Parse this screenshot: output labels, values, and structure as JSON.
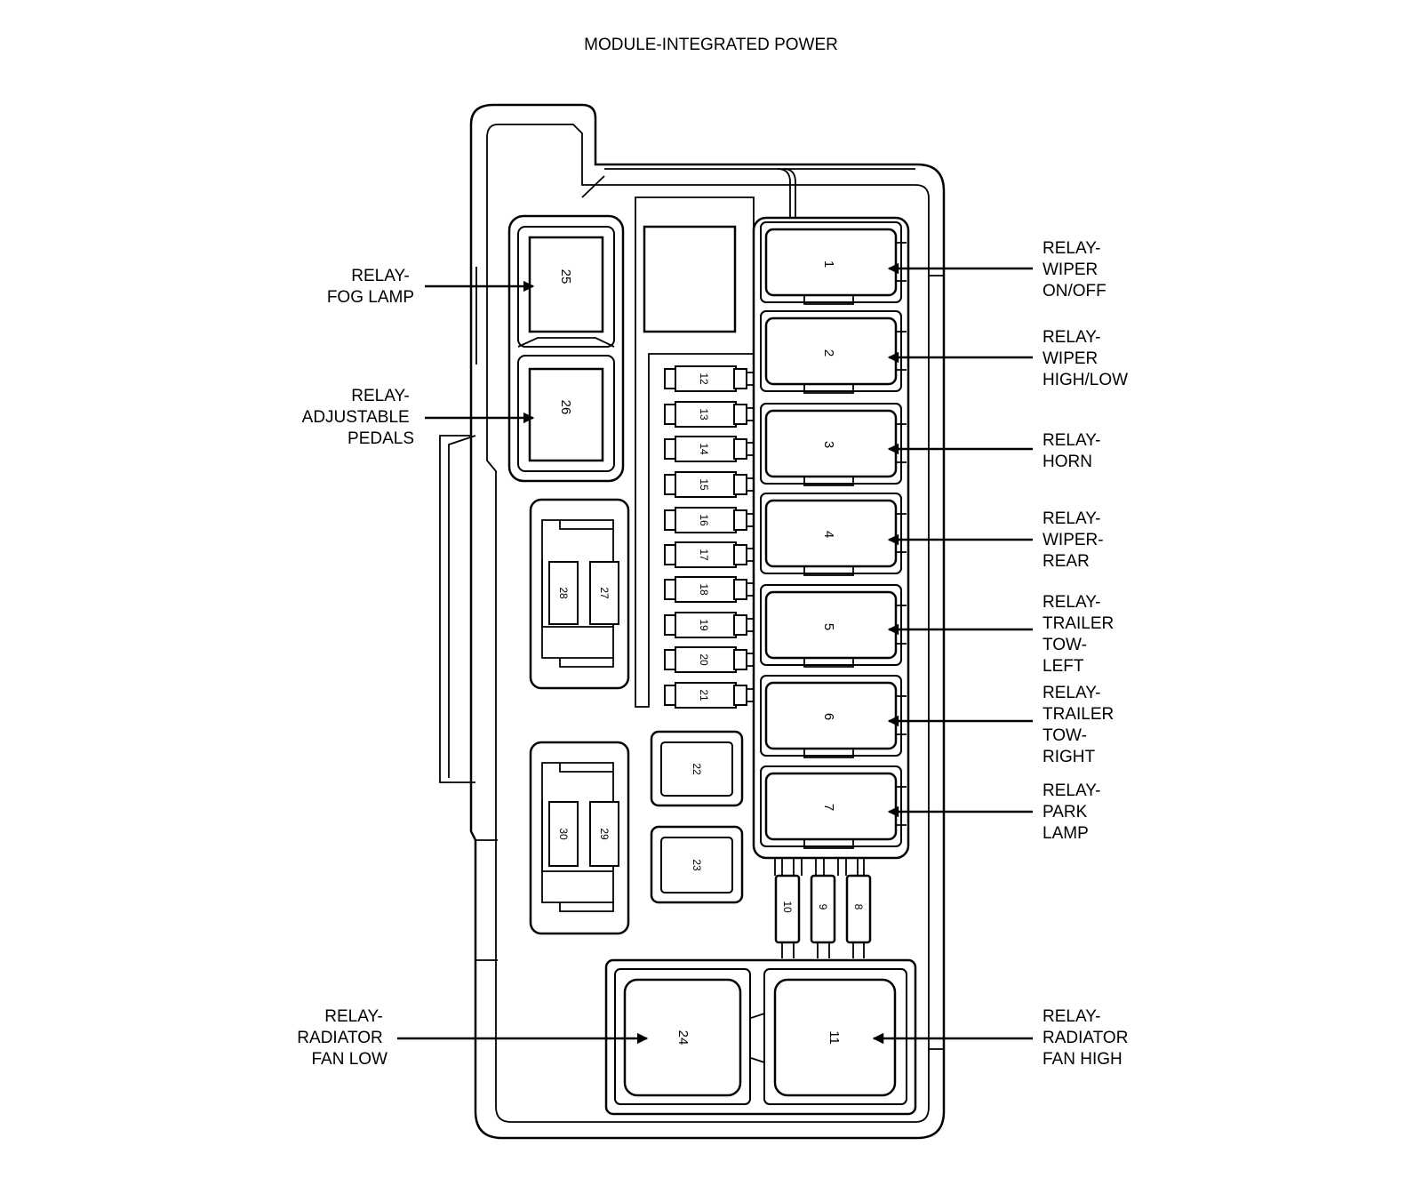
{
  "title": "MODULE-INTEGRATED POWER",
  "callouts": [
    {
      "id": "fog-lamp",
      "lines": [
        "RELAY-",
        "FOG LAMP"
      ]
    },
    {
      "id": "adjustable-pedals",
      "lines": [
        "RELAY-",
        "ADJUSTABLE",
        "PEDALS"
      ]
    },
    {
      "id": "radiator-fan-low",
      "lines": [
        "RELAY-",
        "RADIATOR",
        "FAN LOW"
      ]
    },
    {
      "id": "wiper-on-off",
      "lines": [
        "RELAY-",
        "WIPER",
        "ON/OFF"
      ]
    },
    {
      "id": "wiper-high-low",
      "lines": [
        "RELAY-",
        "WIPER",
        "HIGH/LOW"
      ]
    },
    {
      "id": "horn",
      "lines": [
        "RELAY-",
        "HORN"
      ]
    },
    {
      "id": "wiper-rear",
      "lines": [
        "RELAY-",
        "WIPER-",
        "REAR"
      ]
    },
    {
      "id": "trailer-tow-left",
      "lines": [
        "RELAY-",
        "TRAILER",
        "TOW-",
        "LEFT"
      ]
    },
    {
      "id": "trailer-tow-right",
      "lines": [
        "RELAY-",
        "TRAILER",
        "TOW-",
        "RIGHT"
      ]
    },
    {
      "id": "park-lamp",
      "lines": [
        "RELAY-",
        "PARK",
        "LAMP"
      ]
    },
    {
      "id": "radiator-fan-high",
      "lines": [
        "RELAY-",
        "RADIATOR",
        "FAN HIGH"
      ]
    }
  ],
  "relay_numbers": {
    "r1": "1",
    "r2": "2",
    "r3": "3",
    "r4": "4",
    "r5": "5",
    "r6": "6",
    "r7": "7",
    "r11": "11",
    "r24": "24",
    "r25": "25",
    "r26": "26"
  },
  "fuse_numbers": {
    "f8": "8",
    "f9": "9",
    "f10": "10",
    "f12": "12",
    "f13": "13",
    "f14": "14",
    "f15": "15",
    "f16": "16",
    "f17": "17",
    "f18": "18",
    "f19": "19",
    "f20": "20",
    "f21": "21",
    "f22": "22",
    "f23": "23",
    "f27": "27",
    "f28": "28",
    "f29": "29",
    "f30": "30"
  }
}
